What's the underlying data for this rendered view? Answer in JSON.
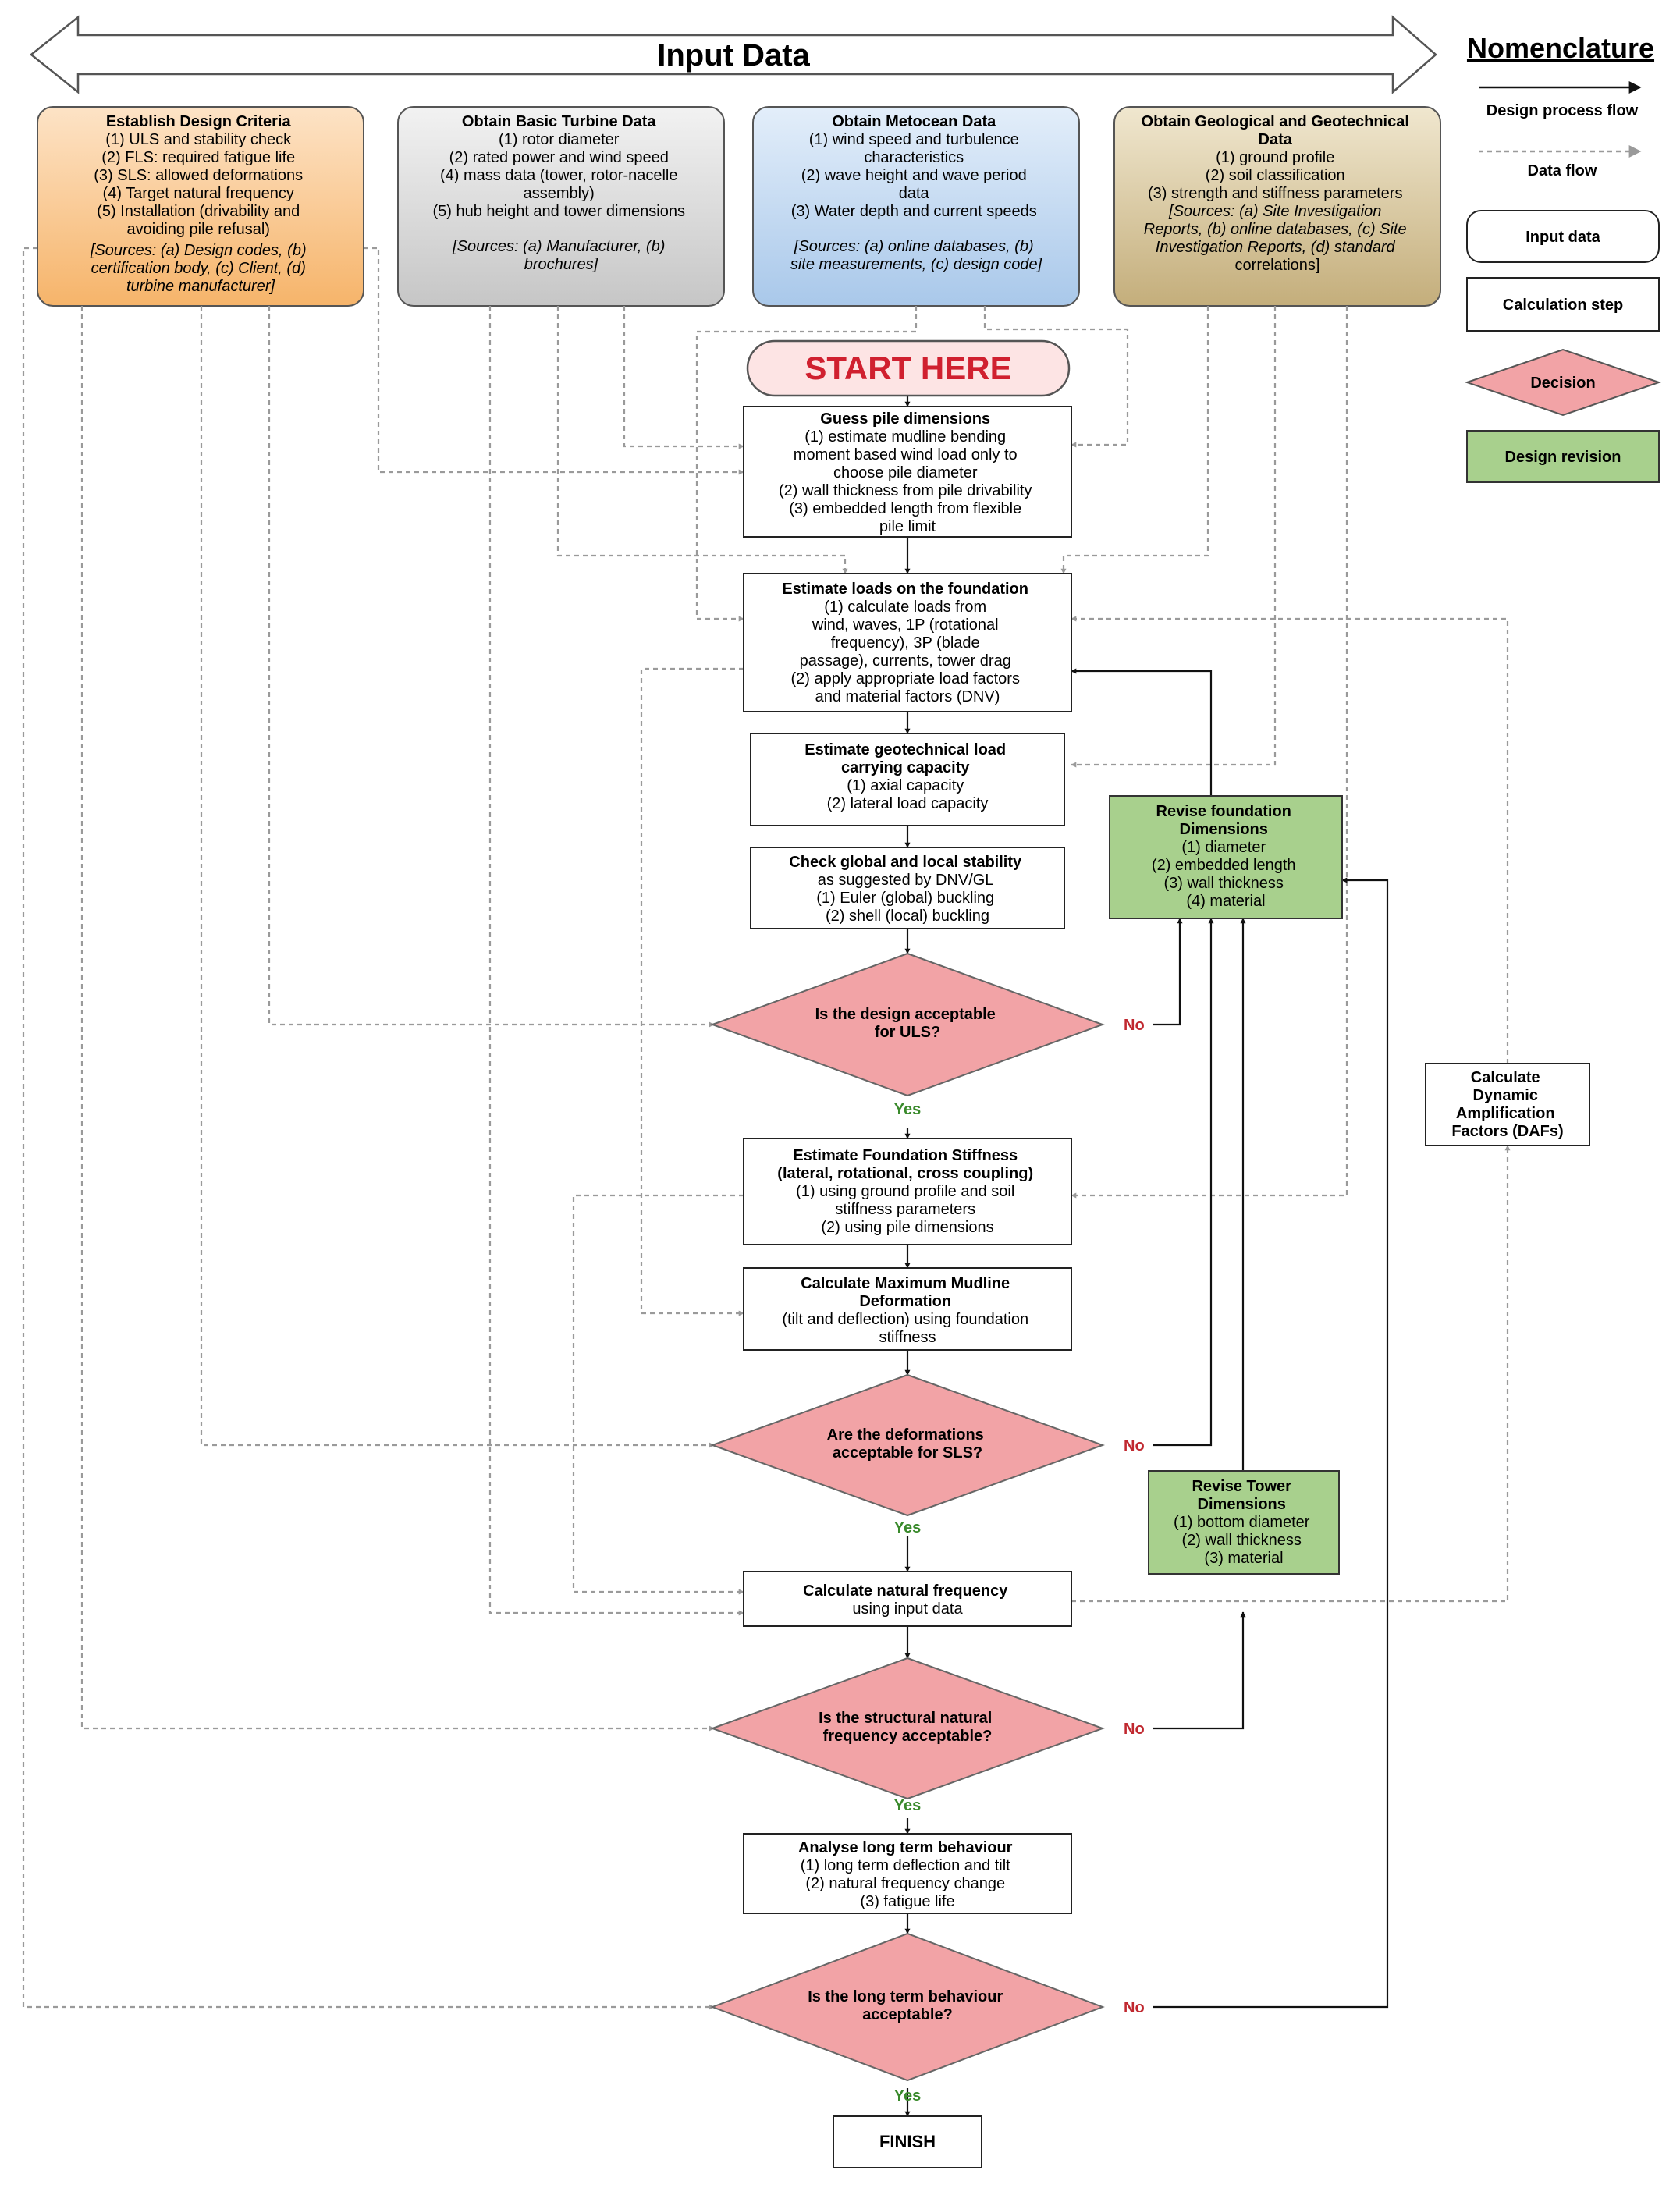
{
  "banner": {
    "title": "Input Data"
  },
  "nomenclature": {
    "heading": "Nomenclature",
    "design_flow": "Design process flow",
    "data_flow": "Data flow",
    "input": "Input data",
    "calc": "Calculation step",
    "decision": "Decision",
    "revision": "Design revision"
  },
  "inputs": {
    "criteria": {
      "title": "Establish Design Criteria",
      "lines": [
        "(1) ULS and stability check",
        "(2) FLS: required fatigue life",
        "(3) SLS: allowed deformations",
        "(4) Target natural frequency",
        "(5) Installation (drivability and",
        "avoiding pile refusal)"
      ],
      "sources": [
        "[Sources: (a) Design codes, (b)",
        "certification body, (c) Client, (d)",
        "turbine manufacturer]"
      ]
    },
    "turbine": {
      "title": "Obtain Basic Turbine Data",
      "lines": [
        "(1) rotor diameter",
        "(2) rated power and wind speed",
        "(4) mass data (tower, rotor-nacelle",
        "assembly)",
        "(5) hub height and tower dimensions"
      ],
      "sources": [
        "[Sources: (a) Manufacturer, (b)",
        "brochures]"
      ]
    },
    "metocean": {
      "title": "Obtain Metocean Data",
      "lines": [
        "(1) wind speed and turbulence",
        "characteristics",
        "(2) wave height and wave period",
        "data",
        "(3) Water depth and current speeds"
      ],
      "sources": [
        "[Sources: (a) online databases, (b)",
        "site measurements, (c) design code]"
      ]
    },
    "geo": {
      "title": "Obtain Geological and Geotechnical",
      "title2": "Data",
      "lines": [
        "(1) ground profile",
        "(2) soil classification",
        "(3) strength and stiffness parameters"
      ],
      "sources": [
        "[Sources: (a) Site Investigation",
        "Reports, (b) online databases, (c) Site",
        "Investigation Reports, (d) standard",
        "correlations]"
      ]
    }
  },
  "start": "START HERE",
  "steps": {
    "guess": {
      "title": "Guess pile dimensions",
      "lines": [
        "(1) estimate mudline bending",
        "moment based wind load only to",
        "choose pile diameter",
        "(2) wall thickness from pile drivability",
        "(3) embedded length from flexible",
        "pile limit"
      ]
    },
    "loads": {
      "title": "Estimate loads on the foundation",
      "lines": [
        "(1) calculate loads from",
        "wind, waves, 1P (rotational",
        "frequency), 3P (blade",
        "passage), currents, tower drag",
        "(2) apply appropriate load factors",
        "and material factors (DNV)"
      ]
    },
    "geocap": {
      "title": "Estimate geotechnical load",
      "title2": "carrying capacity",
      "lines": [
        "(1) axial capacity",
        "(2) lateral load capacity"
      ]
    },
    "stability": {
      "title": "Check global and local stability",
      "lines": [
        "as suggested by DNV/GL",
        "(1) Euler (global) buckling",
        "(2) shell (local) buckling"
      ]
    },
    "stiffness": {
      "title": "Estimate Foundation Stiffness",
      "title2": "(lateral, rotational, cross coupling)",
      "lines": [
        "(1) using ground profile and soil",
        "stiffness parameters",
        "(2) using pile dimensions"
      ]
    },
    "mudline": {
      "title": "Calculate Maximum Mudline",
      "title2": "Deformation",
      "lines": [
        "(tilt and deflection) using foundation",
        "stiffness"
      ]
    },
    "natfreq": {
      "title": "Calculate natural frequency",
      "lines": [
        "using input data"
      ]
    },
    "longterm": {
      "title": "Analyse long term behaviour",
      "lines": [
        "(1) long term deflection and tilt",
        "(2) natural frequency change",
        "(3) fatigue life"
      ]
    },
    "daf": {
      "lines": [
        "Calculate",
        "Dynamic",
        "Amplification",
        "Factors (DAFs)"
      ]
    }
  },
  "decisions": {
    "uls": [
      "Is the design acceptable",
      "for ULS?"
    ],
    "sls": [
      "Are the deformations",
      "acceptable for SLS?"
    ],
    "freq": [
      "Is the structural natural",
      "frequency acceptable?"
    ],
    "longterm": [
      "Is the long term behaviour",
      "acceptable?"
    ]
  },
  "revisions": {
    "foundation": {
      "title": "Revise foundation",
      "title2": "Dimensions",
      "lines": [
        "(1) diameter",
        "(2) embedded length",
        "(3) wall thickness",
        "(4) material"
      ]
    },
    "tower": {
      "title": "Revise Tower",
      "title2": "Dimensions",
      "lines": [
        "(1) bottom diameter",
        "(2) wall thickness",
        "(3) material"
      ]
    }
  },
  "labels": {
    "yes": "Yes",
    "no": "No"
  },
  "finish": "FINISH",
  "colors": {
    "criteria_top": "#fde3c6",
    "criteria_bottom": "#f6b46a",
    "turbine_top": "#f2f2f2",
    "turbine_bottom": "#c6c6c6",
    "metocean_top": "#e3eefa",
    "metocean_bottom": "#a9c8ea",
    "geo_top": "#f0e7cf",
    "geo_bottom": "#c4ae7b",
    "decision": "#f2a3a6",
    "revision": "#a8d08d",
    "start_text": "#d0202f",
    "no_text": "#c0282f",
    "yes_text": "#3a8a2c"
  }
}
